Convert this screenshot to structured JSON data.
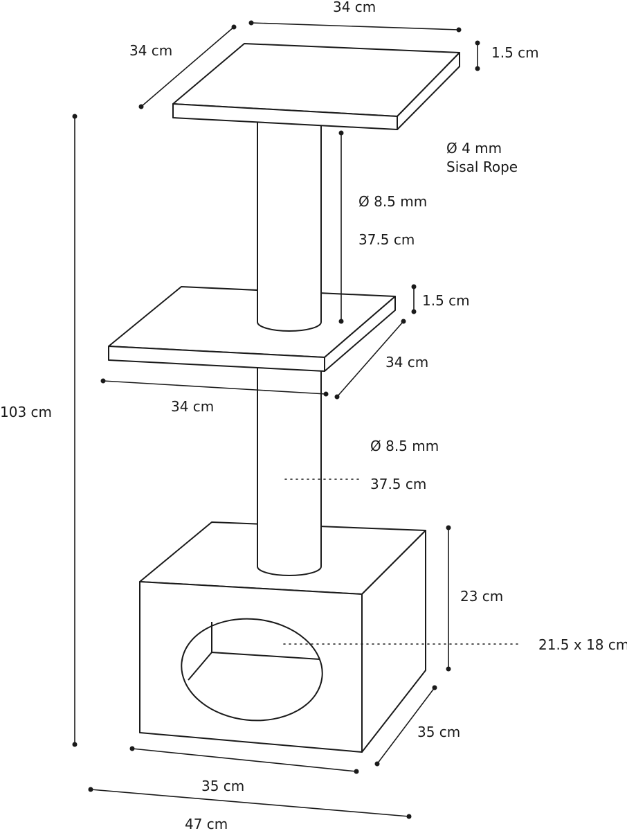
{
  "labels": {
    "top_width": "34 cm",
    "top_depth": "34 cm",
    "top_thickness": "1.5 cm",
    "rope_diameter": "Ø 4 mm",
    "rope_type": "Sisal Rope",
    "upper_post_diameter": "Ø 8.5 mm",
    "upper_post_height": "37.5 cm",
    "mid_thickness": "1.5 cm",
    "mid_depth": "34 cm",
    "mid_width": "34 cm",
    "total_height": "103 cm",
    "lower_post_diameter": "Ø 8.5 mm",
    "lower_post_height": "37.5 cm",
    "box_height": "23 cm",
    "opening_size": "21.5 x 18 cm",
    "box_depth": "35 cm",
    "box_width": "35 cm",
    "base_width": "47 cm"
  }
}
